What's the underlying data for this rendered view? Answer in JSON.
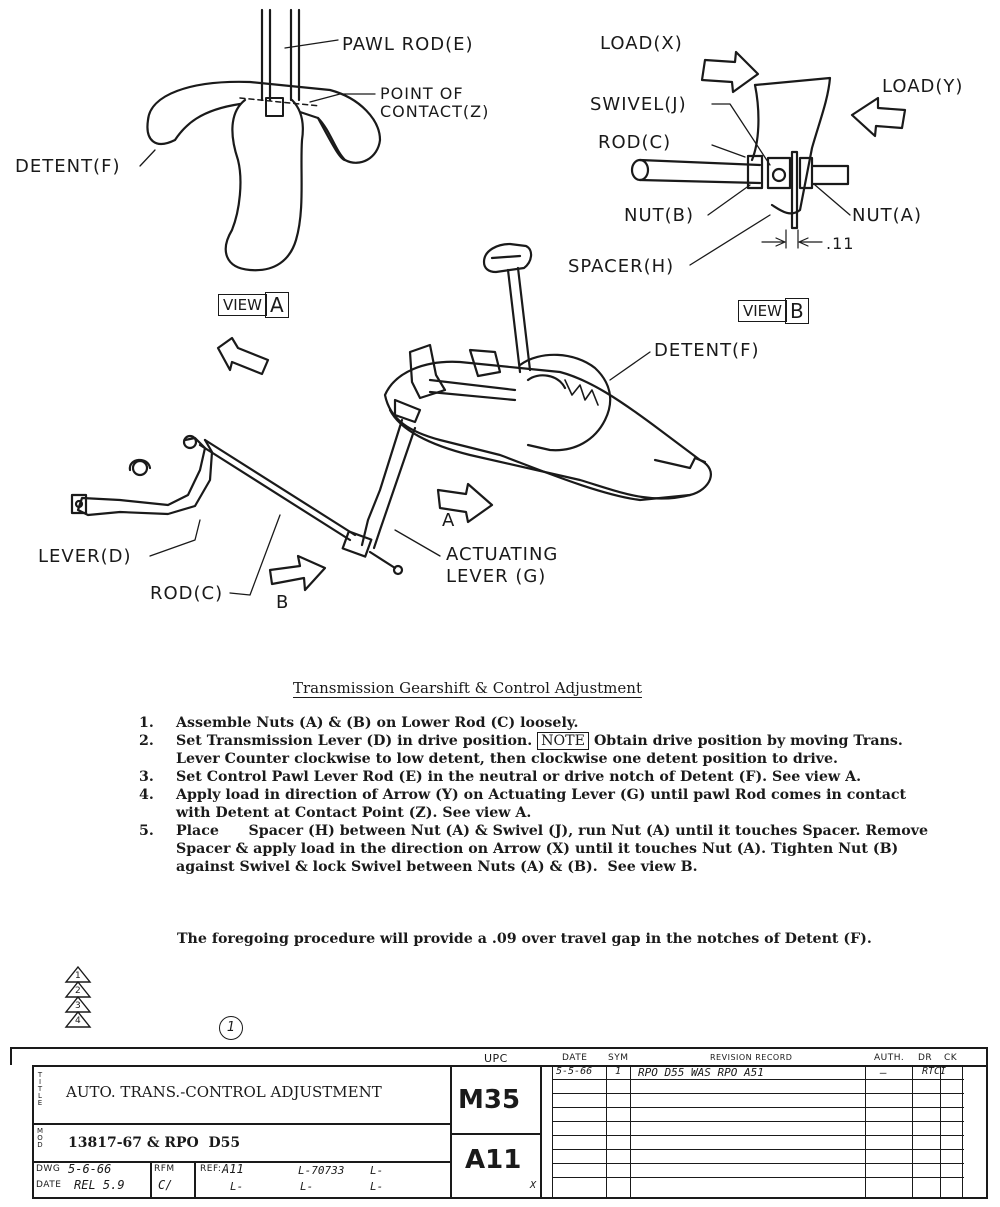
{
  "diagram": {
    "labels": {
      "pawl_rod": "PAWL ROD(E)",
      "point_of_contact_1": "POINT OF",
      "point_of_contact_2": "CONTACT(Z)",
      "detent_f_view_a": "DETENT(F)",
      "load_x": "LOAD(X)",
      "load_y": "LOAD(Y)",
      "swivel": "SWIVEL(J)",
      "rod_c_view_b": "ROD(C)",
      "nut_b": "NUT(B)",
      "nut_a": "NUT(A)",
      "spacer": "SPACER(H)",
      "gap_dim": ".11",
      "view_word": "VIEW",
      "view_a": "A",
      "view_b": "B",
      "detent_f_main": "DETENT(F)",
      "lever_d": "LEVER(D)",
      "rod_c_main": "ROD(C)",
      "actuating_1": "ACTUATING",
      "actuating_2": "LEVER (G)",
      "arrow_a": "A",
      "arrow_b": "B"
    }
  },
  "document": {
    "title": "Transmission Gearshift & Control Adjustment",
    "steps": [
      {
        "num": "1.",
        "text": "Assemble Nuts (A) & (B) on Lower Rod (C) loosely."
      },
      {
        "num": "2.",
        "text_before": "Set Transmission Lever (D) in drive position.",
        "note": "NOTE",
        "text_after": "Obtain drive position by moving Trans.  Lever Counter clockwise to low detent, then clockwise one detent position to drive."
      },
      {
        "num": "3.",
        "text": "Set Control Pawl Lever Rod (E) in the neutral or drive notch of Detent (F).  See view A."
      },
      {
        "num": "4.",
        "text": "Apply load in direction of Arrow (Y) on Actuating Lever (G) until pawl Rod comes in contact with Detent at Contact Point (Z).  See view A."
      },
      {
        "num": "5.",
        "text": "Place      Spacer (H) between Nut (A) & Swivel (J), run Nut (A) until it touches Spacer. Remove Spacer & apply load in the direction on Arrow (X) until it touches Nut (A). Tighten Nut (B) against Swivel & lock Swivel between Nuts (A) & (B).  See view B."
      }
    ],
    "footnote": "The foregoing procedure will provide a .09 over travel gap in the notches of Detent (F).",
    "revision_marks": [
      "1",
      "2",
      "3",
      "4"
    ],
    "revision_circle": "1"
  },
  "title_block": {
    "side_title": "TITLE",
    "side_mod": "MOD",
    "title": "AUTO. TRANS.-CONTROL ADJUSTMENT",
    "model": "13817-67 & RPO  D55",
    "upc_header": "UPC",
    "upc_top": "M35",
    "upc_bottom": "A11",
    "dwg_label": "DWG",
    "dwg_value": "5-6-66",
    "date_label": "DATE",
    "date_value": "REL 5.9",
    "rfm_label": "RFM",
    "rfm_value": "C/",
    "ref_label": "REF:",
    "ref_value": "A11",
    "ref_l1": "L-70733",
    "ref_l2": "L-",
    "ref_l3": "L-",
    "ref_l4": "L-",
    "hdr_date": "DATE",
    "hdr_sym": "SYM",
    "hdr_revision": "REVISION RECORD",
    "hdr_auth": "AUTH.",
    "hdr_dr": "DR",
    "hdr_ck": "CK",
    "rev_date": "5-5-66",
    "rev_sym": "1",
    "rev_record": "RPO D55 WAS RPO A51",
    "rev_auth": "—",
    "rev_dr_ck": "RTCI",
    "corner_mark": "X"
  }
}
